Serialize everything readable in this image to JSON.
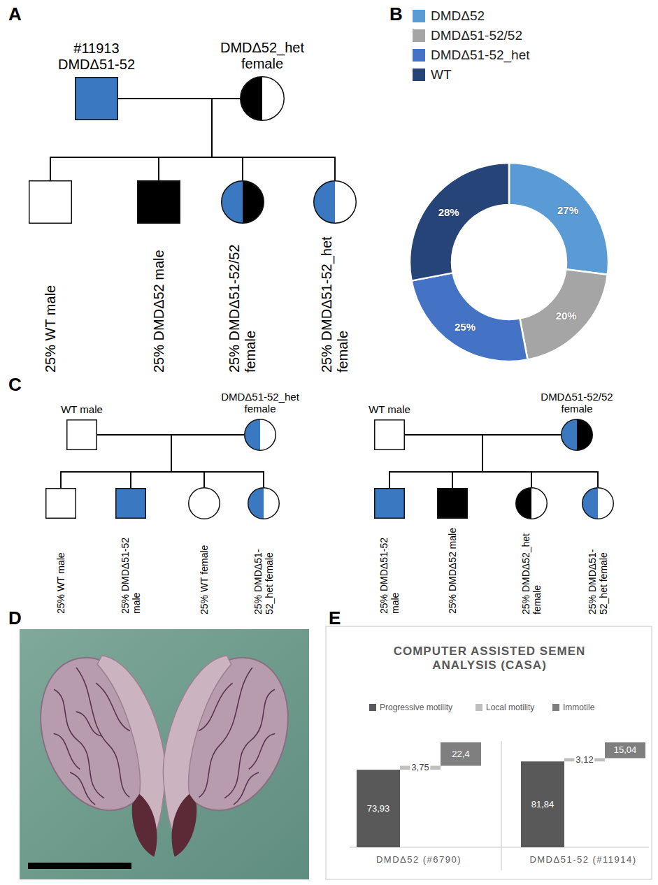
{
  "diagram": {
    "nodes": [
      {
        "text": [
          "#11913 DMDΔ51-52"
        ]
      },
      {
        "text": [
          "DMDΔ52_het female"
        ]
      },
      {
        "text": [
          "25% WT male"
        ]
      },
      {
        "text": [
          "25% DMDΔ52 male"
        ]
      },
      {
        "text": [
          "25% DMDΔ51-52/52 female"
        ]
      },
      {
        "text": [
          "25% DMDΔ51-52_het female"
        ]
      },
      {
        "text": [
          "WT male"
        ]
      },
      {
        "text": [
          "DMDΔ51-52_het female"
        ]
      },
      {
        "text": [
          "25% WT male"
        ]
      },
      {
        "text": [
          "25% DMDΔ51-52 male"
        ]
      },
      {
        "text": [
          "25% WT female"
        ]
      },
      {
        "text": [
          "25% DMDΔ51-52_het female"
        ]
      },
      {
        "text": [
          "WT male"
        ]
      },
      {
        "text": [
          "DMDΔ51-52/52 female"
        ]
      },
      {
        "text": [
          "25% DMDΔ51-52 male"
        ]
      },
      {
        "text": [
          "25% DMDΔ52 male"
        ]
      },
      {
        "text": [
          "25% DMDΔ52_het female"
        ]
      },
      {
        "text": [
          "25% DMDΔ51-52_het female"
        ]
      }
    ],
    "edges": [
      {
        "from": 0,
        "to": 1,
        "arrow": "none"
      },
      {
        "from": 0,
        "to": 2,
        "arrow": "none"
      },
      {
        "from": 1,
        "to": 2,
        "arrow": "none"
      },
      {
        "from": 0,
        "to": 3,
        "arrow": "none"
      },
      {
        "from": 1,
        "to": 3,
        "arrow": "none"
      },
      {
        "from": 0,
        "to": 4,
        "arrow": "none"
      },
      {
        "from": 1,
        "to": 4,
        "arrow": "none"
      },
      {
        "from": 0,
        "to": 5,
        "arrow": "none"
      },
      {
        "from": 1,
        "to": 5,
        "arrow": "none"
      },
      {
        "from": 6,
        "to": 7,
        "arrow": "none"
      },
      {
        "from": 6,
        "to": 8,
        "arrow": "none"
      },
      {
        "from": 7,
        "to": 8,
        "arrow": "none"
      },
      {
        "from": 6,
        "to": 9,
        "arrow": "none"
      },
      {
        "from": 7,
        "to": 9,
        "arrow": "none"
      },
      {
        "from": 6,
        "to": 10,
        "arrow": "none"
      },
      {
        "from": 7,
        "to": 10,
        "arrow": "none"
      },
      {
        "from": 6,
        "to": 11,
        "arrow": "none"
      },
      {
        "from": 7,
        "to": 11,
        "arrow": "none"
      },
      {
        "from": 12,
        "to": 13,
        "arrow": "none"
      },
      {
        "from": 12,
        "to": 14,
        "arrow": "none"
      },
      {
        "from": 13,
        "to": 14,
        "arrow": "none"
      },
      {
        "from": 12,
        "to": 15,
        "arrow": "none"
      },
      {
        "from": 13,
        "to": 15,
        "arrow": "none"
      },
      {
        "from": 12,
        "to": 16,
        "arrow": "none"
      },
      {
        "from": 13,
        "to": 16,
        "arrow": "none"
      },
      {
        "from": 12,
        "to": 17,
        "arrow": "none"
      },
      {
        "from": 13,
        "to": 17,
        "arrow": "none"
      }
    ],
    "labels": [
      "A",
      "B",
      "27%",
      "20%",
      "25%",
      "28%",
      "C",
      "D",
      "E",
      "COMPUTER ASSISTED SEMEN ANALYSIS (CASA)",
      "73,93",
      "3,75",
      "22,4",
      "81,84",
      "3,12",
      "15,04",
      "DMDΔ52 (#6790)",
      "DMDΔ51-52 (#11914)"
    ],
    "legend": [
      {
        "text": "DMDΔ52",
        "color": "#5b9bd5"
      },
      {
        "text": "DMDΔ51-52/52",
        "color": "#a5a5a5"
      },
      {
        "text": "DMDΔ51-52_het",
        "color": "#4472c4"
      },
      {
        "text": "WT",
        "color": "#264478"
      },
      {
        "text": "Progressive motility",
        "color": "#595959"
      },
      {
        "text": "Local motility",
        "color": "#bfbfbf"
      },
      {
        "text": "Immotile",
        "color": "#7f7f7f"
      }
    ]
  }
}
